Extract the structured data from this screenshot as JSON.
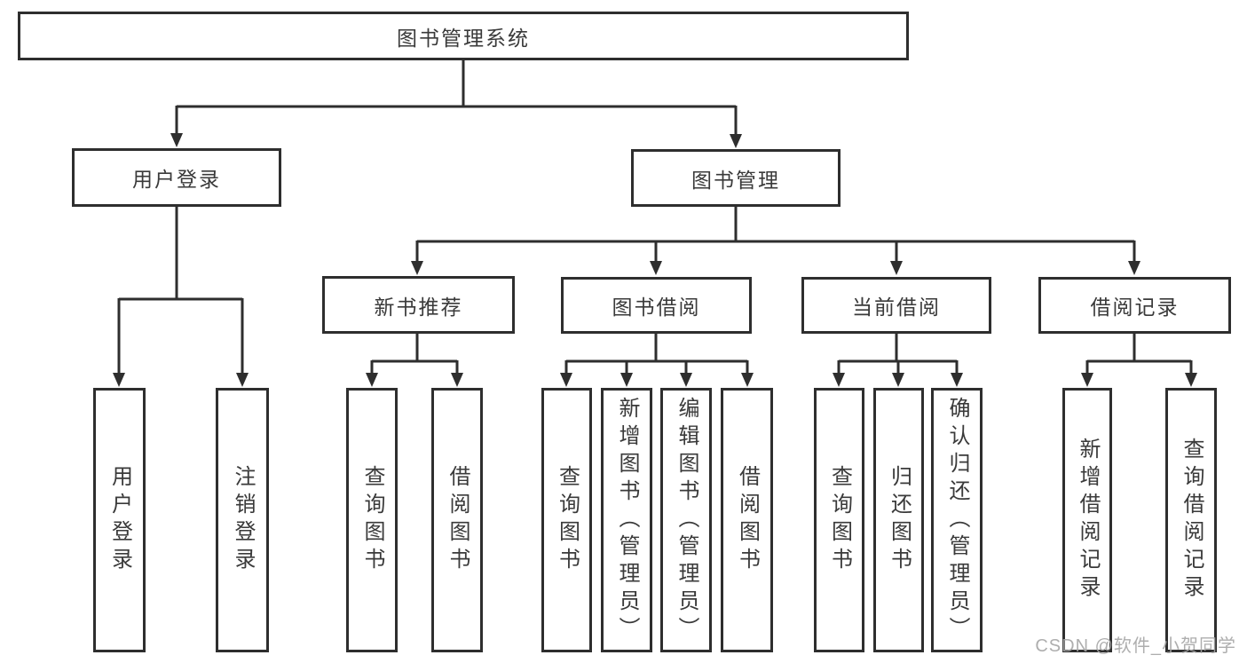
{
  "diagram": {
    "root": {
      "label": "图书管理系统"
    },
    "level2": [
      {
        "label": "用户登录"
      },
      {
        "label": "图书管理"
      }
    ],
    "level3": [
      {
        "label": "新书推荐"
      },
      {
        "label": "图书借阅"
      },
      {
        "label": "当前借阅"
      },
      {
        "label": "借阅记录"
      }
    ],
    "leaves": {
      "user_login": [
        {
          "label": "用户登录"
        },
        {
          "label": "注销登录"
        }
      ],
      "new_book": [
        {
          "label": "查询图书"
        },
        {
          "label": "借阅图书"
        }
      ],
      "book_borrow": [
        {
          "label": "查询图书"
        },
        {
          "label": "新增图书（管理员）"
        },
        {
          "label": "编辑图书（管理员）"
        },
        {
          "label": "借阅图书"
        }
      ],
      "current_borrow": [
        {
          "label": "查询图书"
        },
        {
          "label": "归还图书"
        },
        {
          "label": "确认归还（管理员）"
        }
      ],
      "borrow_record": [
        {
          "label": "新增借阅记录"
        },
        {
          "label": "查询借阅记录"
        }
      ]
    }
  },
  "watermark": {
    "text": "CSDN @软件_小贺同学"
  },
  "colors": {
    "line": "#2e2e2e",
    "text": "#3a3a3a",
    "watermark": "#a5a5a5",
    "background": "#ffffff"
  }
}
